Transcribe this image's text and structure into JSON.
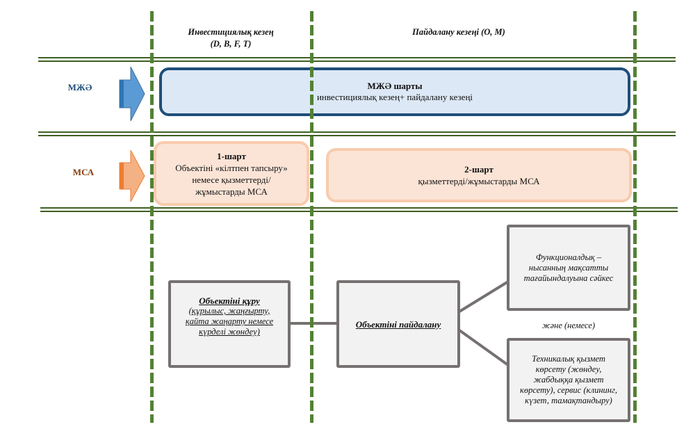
{
  "columns": {
    "investment": {
      "title": "Инвестициялық кезең",
      "subtitle": "(D, B, F, T)"
    },
    "operation": {
      "title": "Пайдалану кезеңі  (O, M)"
    }
  },
  "rows": {
    "ppp": {
      "label": "МЖӘ",
      "label_color": "#1f4e79",
      "box": {
        "title": "МЖӘ шарты",
        "text": "инвестициялық кезең+ пайдалану кезеңі"
      }
    },
    "msa": {
      "label": "МСА",
      "label_color": "#843c0c",
      "box1": {
        "title": "1-шарт",
        "lines": [
          "Объектіні «кілтпен тапсыру»",
          "немесе қызметтерді/",
          "жұмыстарды  МСА"
        ]
      },
      "box2": {
        "title": "2-шарт",
        "text": "қызметтерді/жұмыстарды МСА"
      }
    }
  },
  "flow": {
    "construct": {
      "title": "Объектіні құру",
      "lines": [
        "(құрылыс, жаңғырту,",
        "қайта жаңарту немесе",
        "күрделі жөндеу)"
      ]
    },
    "operate": {
      "title": "Объектіні пайдалану"
    },
    "functional": {
      "lines": [
        "Функционалдық –",
        "нысанның мақсатты",
        "тағайындалуына сәйкес"
      ]
    },
    "and_or": "және (немесе)",
    "technical": {
      "lines": [
        "Техникалық қызмет",
        "көрсету (жөндеу,",
        "жабдыққа қызмет",
        "көрсету), сервис (клининг,",
        "күзет, тамақтандыру)"
      ]
    }
  },
  "colors": {
    "guide_green": "#538135",
    "rule_green": "#3f5f22",
    "ppp_border": "#1f4e79",
    "ppp_fill": "#dce8f5",
    "ppp_arrow": "#5b9bd5",
    "msa_border": "#f8cbad",
    "msa_fill": "#fbe4d6",
    "msa_arrow": "#f4b183",
    "box_border": "#767171",
    "box_fill": "#f2f2f2"
  }
}
